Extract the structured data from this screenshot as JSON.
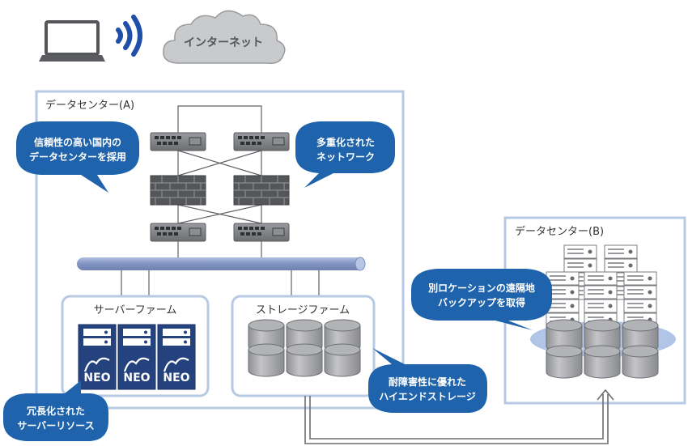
{
  "internet": {
    "label": "インターネット"
  },
  "dc_a": {
    "title": "データセンター(A)"
  },
  "dc_b": {
    "title": "データセンター(B)"
  },
  "server_farm": {
    "title": "サーバーファーム",
    "server_label": "NEO"
  },
  "storage_farm": {
    "title": "ストレージファーム"
  },
  "callouts": {
    "trusted_dc": {
      "line1": "信頼性の高い国内の",
      "line2": "データセンターを採用"
    },
    "redundant_network": {
      "line1": "多重化された",
      "line2": "ネットワーク"
    },
    "remote_backup": {
      "line1": "別ロケーションの遠隔地",
      "line2": "バックアップを取得"
    },
    "high_end_storage": {
      "line1": "耐障害性に優れた",
      "line2": "ハイエンドストレージ"
    },
    "redundant_servers": {
      "line1": "冗長化された",
      "line2": "サーバーリソース"
    }
  },
  "colors": {
    "frame": "#b7c9e3",
    "callout": "#1f63ad",
    "server_body": "#24427e",
    "bus": "#8b9fc9",
    "storage": "#a9aaad"
  }
}
